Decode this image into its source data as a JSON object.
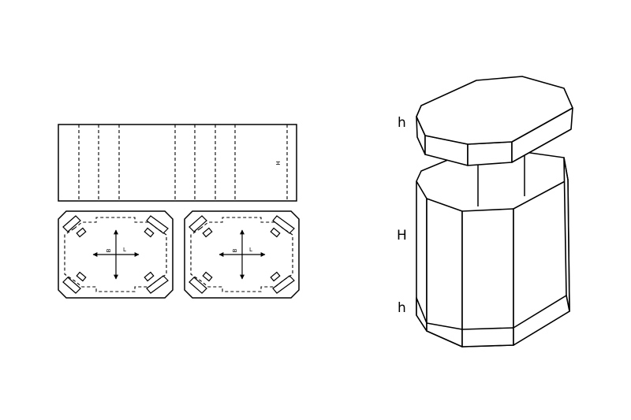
{
  "labels": {
    "strip_height": "H",
    "blank_width": "B",
    "blank_length": "L",
    "lid_height": "h",
    "body_height": "H",
    "base_height": "h"
  },
  "colors": {
    "line": "#000000",
    "background": "#ffffff"
  }
}
